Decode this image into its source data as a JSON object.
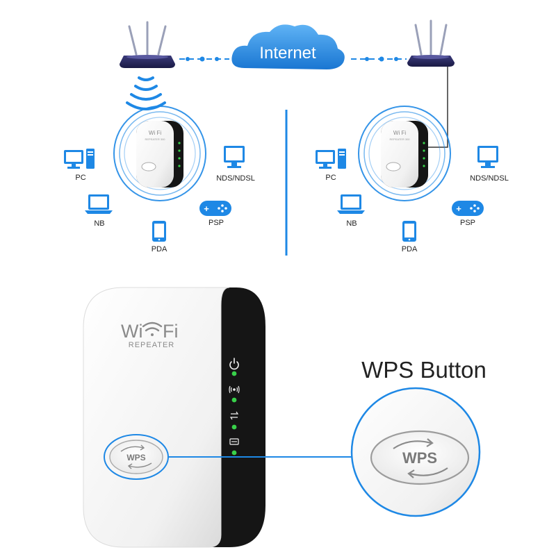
{
  "top": {
    "cloud_label": "Internet",
    "devices": {
      "pc": "PC",
      "nds": "NDS/NDSL",
      "nb": "NB",
      "psp": "PSP",
      "pda": "PDA"
    },
    "repeater_small_brand": "Wi Fi",
    "repeater_small_sub": "REPEATER 300"
  },
  "bottom": {
    "brand_wi": "Wi",
    "brand_fi": "Fi",
    "brand_sub": "REPEATER",
    "wps_label": "WPS",
    "callout_title": "WPS Button",
    "indicators": [
      "power-icon",
      "wifi-signal-icon",
      "lan-icon",
      "wps-icon"
    ]
  },
  "colors": {
    "accent_blue": "#1e88e5",
    "cloud_blue": "#2a8fe0",
    "led_green": "#38d14a",
    "router_navy": "#24245a",
    "bezel_black": "#151515"
  }
}
